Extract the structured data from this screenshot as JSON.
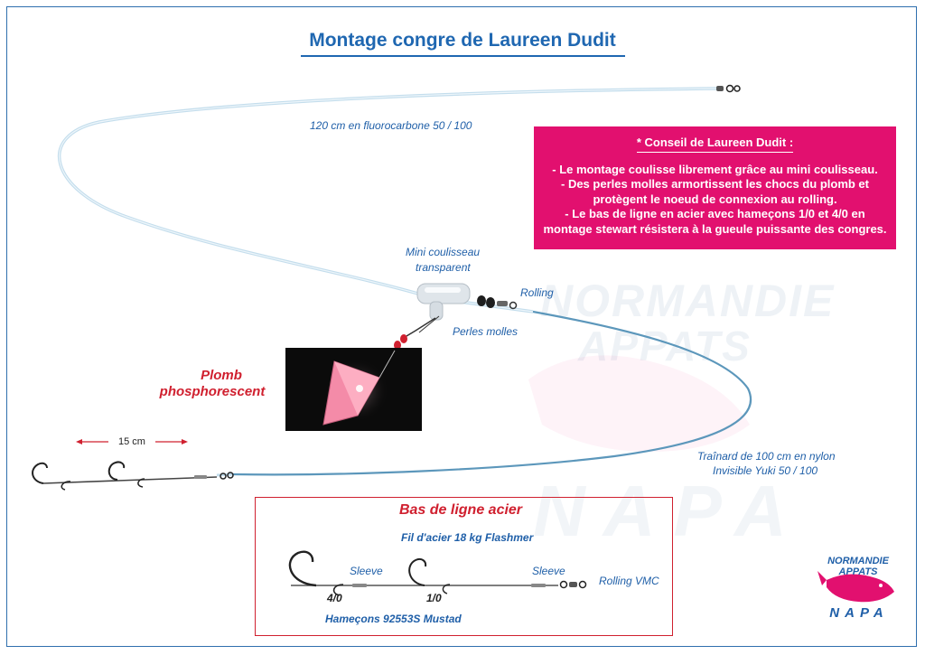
{
  "title": "Montage congre de Laureen Dudit",
  "labels": {
    "fluoro": "120 cm en fluorocarbone 50 / 100",
    "coulisseau_1": "Mini coulisseau",
    "coulisseau_2": "transparent",
    "rolling": "Rolling",
    "perles": "Perles molles",
    "plomb_1": "Plomb",
    "plomb_2": "phosphorescent",
    "distance": "15 cm",
    "trainard_1": "Traînard  de 100 cm en nylon",
    "trainard_2": "Invisible Yuki 50 / 100"
  },
  "advice": {
    "title": "* Conseil de Laureen Dudit :",
    "lines": [
      "-  Le montage coulisse librement grâce au mini coulisseau.",
      "- Des perles molles armortissent les chocs du plomb et",
      "protègent le noeud de connexion au rolling.",
      "- Le bas de ligne en acier avec hameçons 1/0 et 4/0 en",
      "montage stewart résistera à la gueule puissante des congres."
    ]
  },
  "acier": {
    "title": "Bas de ligne acier",
    "fil": "Fil d'acier 18 kg Flashmer",
    "sleeve_left": "Sleeve",
    "sleeve_right": "Sleeve",
    "rolling_vmc": "Rolling VMC",
    "hook_big": "4/0",
    "hook_small": "1/0",
    "hamecons": "Hameçons 92553S Mustad"
  },
  "watermark": {
    "line1": "NORMANDIE",
    "line2": "APPATS",
    "line3": "NAPA"
  },
  "logo": {
    "line1": "NORMANDIE",
    "line2": "APPATS",
    "line3": "NAPA"
  },
  "colors": {
    "title_blue": "#1f67b1",
    "label_blue": "#1f5fa8",
    "accent_red": "#d0202f",
    "advice_pink": "#e2106f",
    "fluoro_line": "#b9d9ea",
    "nylon_line": "#4b8fb5"
  }
}
